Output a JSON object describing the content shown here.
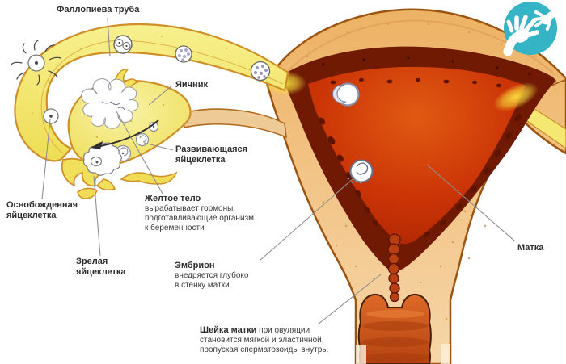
{
  "labels": {
    "fallopian_tube": {
      "text": "Фаллопиева труба"
    },
    "ovary": {
      "text": "Яичник"
    },
    "developing_egg": {
      "line1": "Развивающаяся",
      "line2": "яйцеклетка"
    },
    "released_egg": {
      "line1": "Освобожденная",
      "line2": "яйцеклетка"
    },
    "corpus_luteum": {
      "title": "Желтое тело",
      "line1": "вырабатывает гормоны,",
      "line2": "подготавливающие организм",
      "line3": "к беременности"
    },
    "mature_egg": {
      "line1": "Зрелая",
      "line2": "яйцеклетка"
    },
    "embryo": {
      "title": "Эмбрион",
      "line1": "внедряется глубоко",
      "line2": "в стенку матки"
    },
    "uterus": {
      "text": "Матка"
    },
    "cervix": {
      "title": "Шейка матки",
      "title_rest": "при овуляции",
      "line1": "становится мягкой и эластичной,",
      "line2": "пропуская сперматозоиды внутрь."
    }
  },
  "colors": {
    "background": "#ffffff",
    "tube_ovary_yellow": "#f0e05c",
    "uterus_body_tan": "#f2c385",
    "endometrium_dark": "#701a04",
    "cavity_red": "#cb3406",
    "cervix_vagina_red": "#c75217",
    "outline_brown": "#9c5411",
    "label_text": "#3a3a3a",
    "leader_line": "#8f8f8f",
    "logo_teal": "#35b4c5"
  },
  "logo": {
    "icon": "hands-logo"
  }
}
